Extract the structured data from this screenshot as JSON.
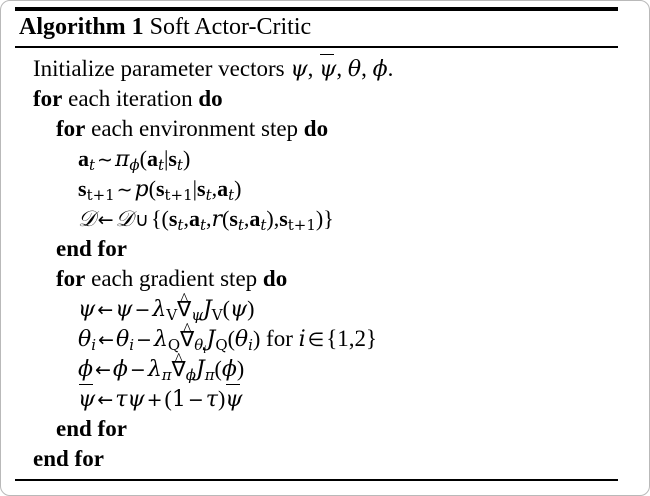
{
  "document": {
    "type": "algorithm-float",
    "header": {
      "label": "Algorithm 1",
      "name": "Soft Actor-Critic"
    },
    "lines": [
      {
        "id": "initialize",
        "indent": 0,
        "text": "Initialize parameter vectors ψ, ψ̄, θ, ϕ."
      },
      {
        "id": "for-iteration",
        "indent": 0,
        "text": "for each iteration do",
        "keywords": [
          "for",
          "do"
        ]
      },
      {
        "id": "for-environment-step",
        "indent": 1,
        "text": "for each environment step do",
        "keywords": [
          "for",
          "do"
        ]
      },
      {
        "id": "sample-action",
        "indent": 2,
        "text": "a_t ~ π_ϕ(a_t|s_t)"
      },
      {
        "id": "sample-next-state",
        "indent": 2,
        "text": "s_{t+1} ~ p(s_{t+1}|s_t, a_t)"
      },
      {
        "id": "append-replay-buffer",
        "indent": 2,
        "text": "D ← D ∪ {(s_t, a_t, r(s_t, a_t), s_{t+1})}"
      },
      {
        "id": "end-for-environment",
        "indent": 1,
        "text": "end for",
        "keywords": [
          "end",
          "for"
        ]
      },
      {
        "id": "for-gradient-step",
        "indent": 1,
        "text": "for each gradient step do",
        "keywords": [
          "for",
          "do"
        ]
      },
      {
        "id": "update-psi",
        "indent": 2,
        "text": "ψ ← ψ − λ_V ∇̂_ψ J_V(ψ)"
      },
      {
        "id": "update-theta",
        "indent": 2,
        "text": "θ_i ← θ_i − λ_Q ∇̂_{θ_i} J_Q(θ_i) for i ∈ {1, 2}"
      },
      {
        "id": "update-phi",
        "indent": 2,
        "text": "ϕ ← ϕ − λ_π ∇̂_ϕ J_π(ϕ)"
      },
      {
        "id": "update-target-psi",
        "indent": 2,
        "text": "ψ̄ ← τψ + (1 − τ)ψ̄"
      },
      {
        "id": "end-for-gradient",
        "indent": 1,
        "text": "end for",
        "keywords": [
          "end",
          "for"
        ]
      },
      {
        "id": "end-for-iteration",
        "indent": 0,
        "text": "end for",
        "keywords": [
          "end",
          "for"
        ]
      }
    ],
    "tokens": {
      "for": "for",
      "do": "do",
      "end_for": "end for",
      "each_iteration": "each iteration",
      "each_environment_step": "each environment step",
      "each_gradient_step": "each gradient step",
      "initialize_prefix": "Initialize parameter vectors",
      "period": ".",
      "comma": ",",
      "for_roman": "for",
      "sim": "∼",
      "arrow": "←",
      "minus": "−",
      "plus": "+",
      "cup": "∪",
      "in": "∈",
      "nabla": "∇",
      "bar_open": "{",
      "bar_close": "}",
      "set_one": "1",
      "set_two": "2",
      "psi": "ψ",
      "theta": "θ",
      "phi": "ϕ",
      "lambda": "λ",
      "tau": "τ",
      "pi": "π",
      "D_cal": "𝒟",
      "J": "J",
      "p": "p",
      "r": "r",
      "a": "a",
      "s": "s",
      "i": "i",
      "t": "t",
      "t_plus_1": "t+1",
      "V": "V",
      "Q": "Q",
      "one": "1"
    },
    "colors": {
      "text": "#000000",
      "rule": "#000000",
      "background": "#ffffff",
      "page_border": "#b9b9b9"
    }
  }
}
